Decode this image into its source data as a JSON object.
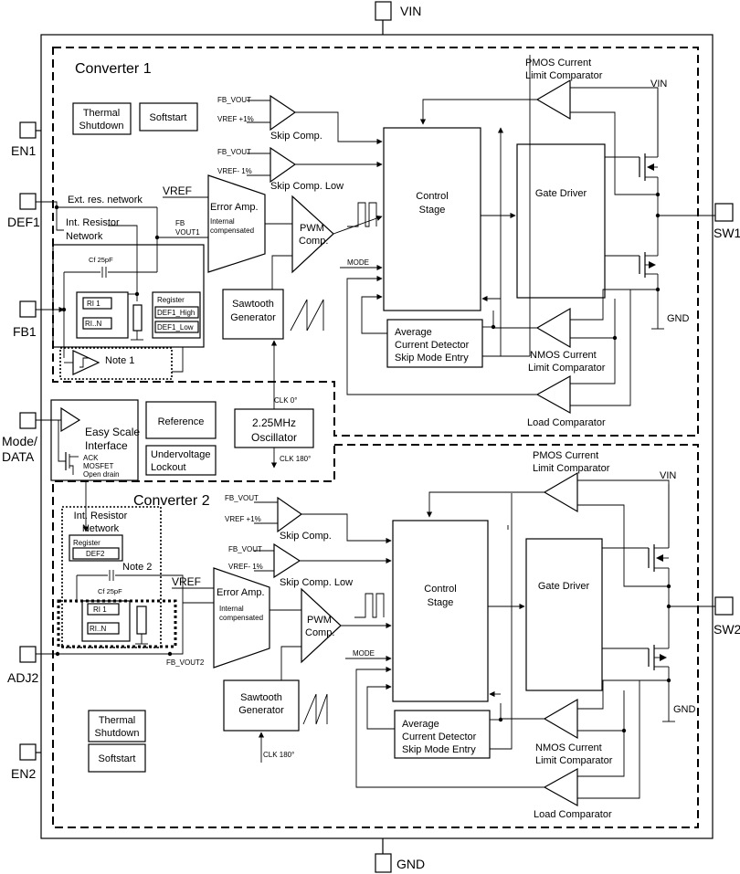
{
  "pins": {
    "vin": "VIN",
    "gnd": "GND",
    "en1": "EN1",
    "def1": "DEF1",
    "fb1": "FB1",
    "mode": "Mode/",
    "mode2": "DATA",
    "adj2": "ADJ2",
    "en2": "EN2",
    "sw1": "SW1",
    "sw2": "SW2"
  },
  "converter1": {
    "title": "Converter 1",
    "thermal_l1": "Thermal",
    "thermal_l2": "Shutdown",
    "softstart": "Softstart",
    "fb_vout_a": "FB_VOUT",
    "vref_a": "VREF +1%",
    "skip_comp": "Skip Comp.",
    "fb_vout_b": "FB_VOUT",
    "vref_b": "VREF- 1%",
    "skip_comp_low": "Skip Comp. Low",
    "ext_res": "Ext. res. network",
    "int_res_l1": "Int. Resistor",
    "int_res_l2": "Network",
    "vref": "VREF",
    "err_amp": "Error Amp.",
    "err_int_l1": "Internal",
    "err_int_l2": "compensated",
    "fb_vout1_l1": "FB",
    "fb_vout1_l2": "VOUT1",
    "pwm_l1": "PWM",
    "pwm_l2": "Comp.",
    "cf": "Cf 25pF",
    "ri1": "RI 1",
    "rin": "RI..N",
    "register": "Register",
    "def_high": "DEF1_High",
    "def_low": "DEF1_Low",
    "note": "Note 1",
    "saw_l1": "Sawtooth",
    "saw_l2": "Generator",
    "mode": "MODE",
    "control_l1": "Control",
    "control_l2": "Stage",
    "gate": "Gate Driver",
    "pmos_l1": "PMOS Current",
    "pmos_l2": "Limit Comparator",
    "vin": "VIN",
    "gnd": "GND",
    "avg_l1": "Average",
    "avg_l2": "Current Detector",
    "avg_l3": "Skip Mode Entry",
    "nmos_l1": "NMOS Current",
    "nmos_l2": "Limit Comparator",
    "load": "Load Comparator"
  },
  "shared": {
    "easy_l1": "Easy Scale",
    "easy_l2": "Interface",
    "ack_l1": "ACK",
    "ack_l2": "MOSFET",
    "ack_l3": "Open drain",
    "reference": "Reference",
    "uvlo_l1": "Undervoltage",
    "uvlo_l2": "Lockout",
    "osc_l1": "2.25MHz",
    "osc_l2": "Oscillator",
    "clk0": "CLK 0°",
    "clk180": "CLK 180°"
  },
  "converter2": {
    "title": "Converter 2",
    "int_res_l1": "Int. Resistor",
    "int_res_l2": "Network",
    "register": "Register",
    "def2": "DEF2",
    "note": "Note 2",
    "cf": "Cf 25pF",
    "ri1": "RI 1",
    "rin": "RI..N",
    "fb_vout_a": "FB_VOUT",
    "vref_a": "VREF +1%",
    "skip_comp": "Skip Comp.",
    "fb_vout_b": "FB_VOUT",
    "vref_b": "VREF- 1%",
    "skip_comp_low": "Skip Comp. Low",
    "vref": "VREF",
    "err_amp": "Error Amp.",
    "err_int_l1": "Internal",
    "err_int_l2": "compensated",
    "fb_vout2": "FB_VOUT2",
    "pwm_l1": "PWM",
    "pwm_l2": "Comp.",
    "saw_l1": "Sawtooth",
    "saw_l2": "Generator",
    "clk180": "CLK 180°",
    "thermal_l1": "Thermal",
    "thermal_l2": "Shutdown",
    "softstart": "Softstart",
    "mode": "MODE",
    "control_l1": "Control",
    "control_l2": "Stage",
    "gate": "Gate Driver",
    "pmos_l1": "PMOS Current",
    "pmos_l2": "Limit Comparator",
    "vin": "VIN",
    "gnd": "GND",
    "avg_l1": "Average",
    "avg_l2": "Current Detector",
    "avg_l3": "Skip Mode Entry",
    "nmos_l1": "NMOS Current",
    "nmos_l2": "Limit Comparator",
    "load": "Load Comparator"
  }
}
